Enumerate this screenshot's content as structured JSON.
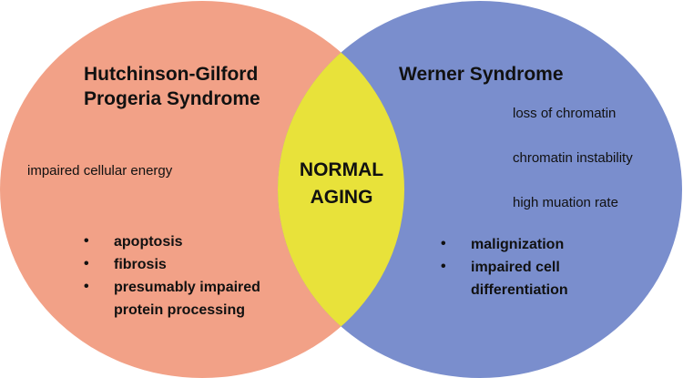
{
  "colors": {
    "left_circle": "#f2a187",
    "right_circle": "#7a8ecd",
    "overlap": "#e8e23a",
    "text": "#111111"
  },
  "left": {
    "title_line1": "Hutchinson-Gilford",
    "title_line2": "Progeria Syndrome",
    "note": "impaired cellular energy",
    "bullet_symbol": "•",
    "bullets": [
      "apoptosis",
      "fibrosis",
      "presumably impaired",
      "protein processing"
    ]
  },
  "center": {
    "line1": "NORMAL",
    "line2": "AGING"
  },
  "right": {
    "title": "Werner Syndrome",
    "notes": [
      "loss of chromatin",
      "chromatin instability",
      "high muation rate"
    ],
    "bullet_symbol": "•",
    "bullets": [
      "malignization",
      "impaired cell",
      "differentiation"
    ]
  }
}
